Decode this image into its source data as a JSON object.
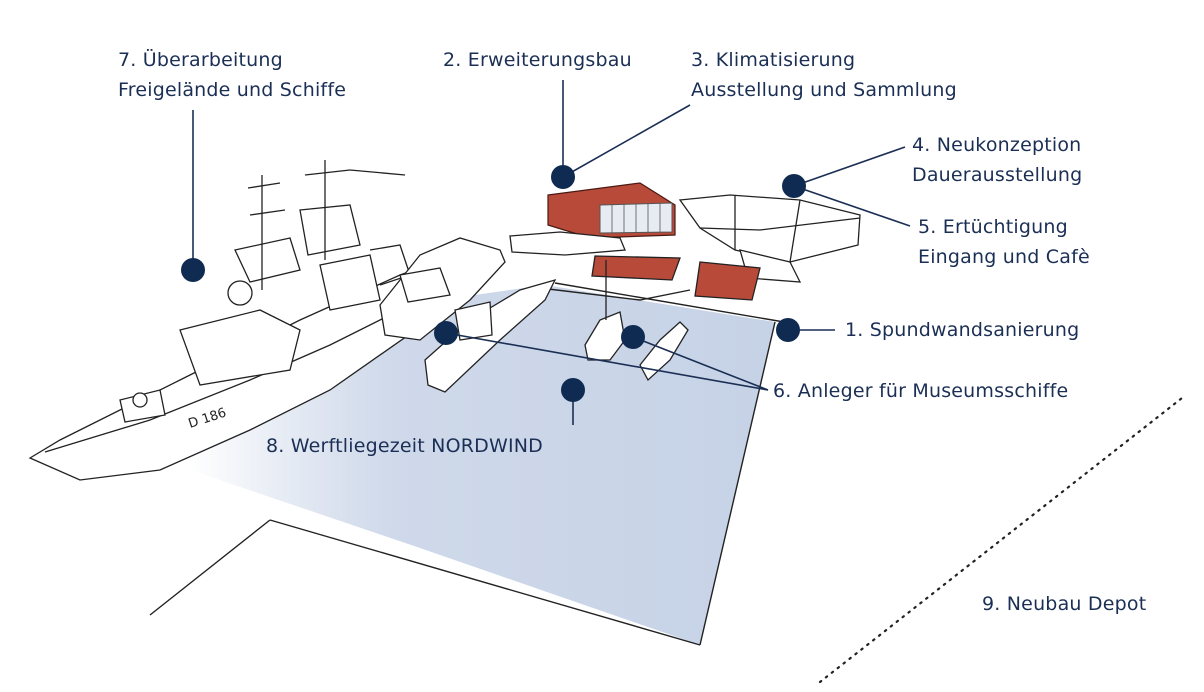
{
  "colors": {
    "marker": "#0f2b52",
    "label_text": "#1b2f55",
    "water": "#c6d2e6",
    "building": "#b84a3a",
    "sketch_line": "#222222"
  },
  "hull_marking": "D 186",
  "labels": {
    "l1": {
      "line1": "1. Spundwandsanierung"
    },
    "l2": {
      "line1": "2. Erweiterungsbau"
    },
    "l3": {
      "line1": "3. Klimatisierung",
      "line2": "Ausstellung und Sammlung"
    },
    "l4": {
      "line1": "4. Neukonzeption",
      "line2": "Dauerausstellung"
    },
    "l5": {
      "line1": "5. Ertüchtigung",
      "line2": "Eingang und Cafè"
    },
    "l6": {
      "line1": "6. Anleger für Museumsschiffe"
    },
    "l7": {
      "line1": "7. Überarbeitung",
      "line2": "Freigelände und Schiffe"
    },
    "l8": {
      "line1": "8. Werftliegezeit NORDWIND"
    },
    "l9": {
      "line1": "9. Neubau Depot"
    }
  }
}
